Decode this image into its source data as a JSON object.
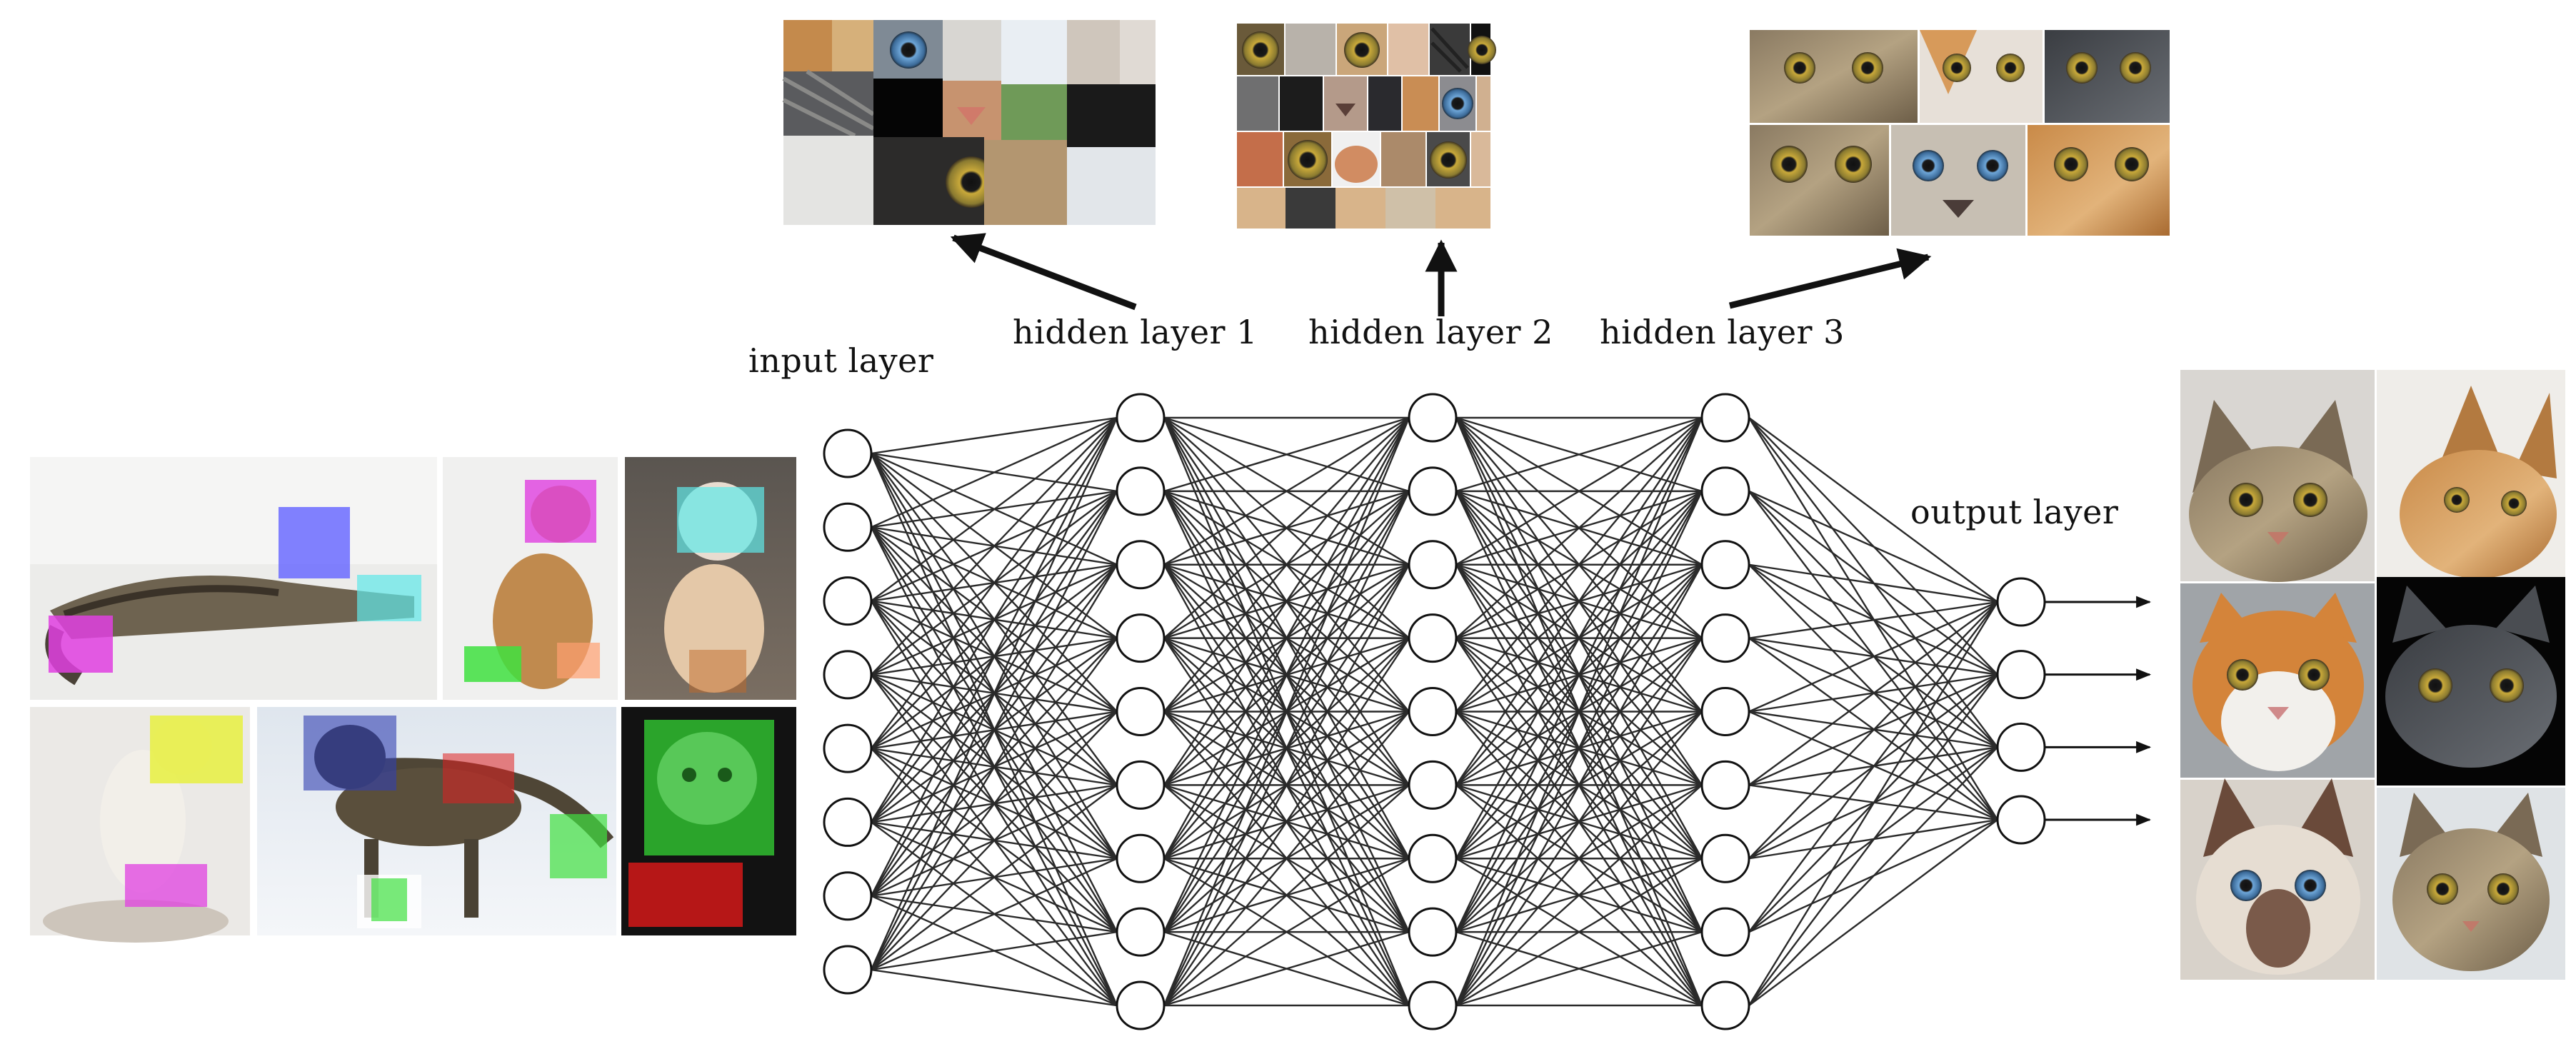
{
  "labels": {
    "input": "input layer",
    "hidden1": "hidden layer 1",
    "hidden2": "hidden layer 2",
    "hidden3": "hidden layer 3",
    "output": "output layer"
  },
  "network": {
    "layers": [
      {
        "name": "input",
        "nodes": 8
      },
      {
        "name": "hidden-1",
        "nodes": 9
      },
      {
        "name": "hidden-2",
        "nodes": 9
      },
      {
        "name": "hidden-3",
        "nodes": 9
      },
      {
        "name": "output",
        "nodes": 4
      }
    ],
    "output_arrows": 4
  },
  "colors": {
    "edge": "#2a2a2a",
    "node_stroke": "#111111",
    "node_fill": "#ffffff",
    "arrow": "#111111",
    "overlay_magenta": "#e040e0",
    "overlay_blue": "#6b6bff",
    "overlay_cyan": "#60e8e8",
    "overlay_green": "#40e040",
    "overlay_yellow": "#e8f040",
    "overlay_red": "#e02020",
    "overlay_orange": "#ffa070"
  }
}
